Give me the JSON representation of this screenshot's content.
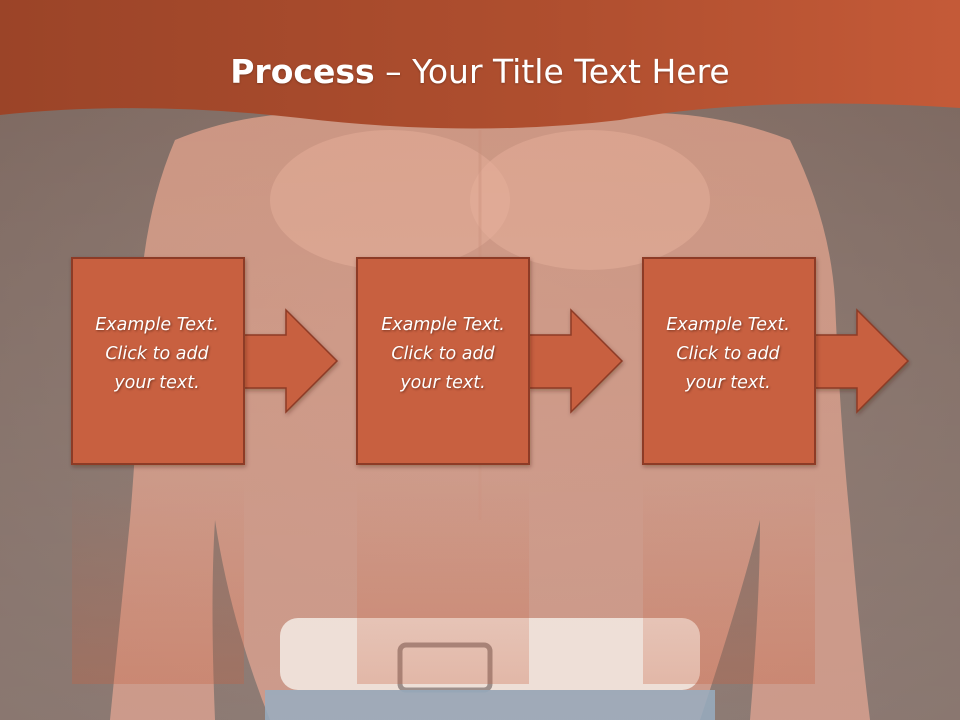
{
  "slide": {
    "title_bold": "Process",
    "title_rest": " – Your Title Text Here",
    "steps": [
      {
        "lines": [
          "Example Text.",
          "Click  to add",
          "your text."
        ]
      },
      {
        "lines": [
          "Example Text.",
          "Click  to add",
          "your text."
        ]
      },
      {
        "lines": [
          "Example Text.",
          "Click  to add",
          "your text."
        ]
      }
    ]
  },
  "colors": {
    "accent": "#c8603f",
    "header": "#b04f2f",
    "box_border": "#8d3a25"
  }
}
